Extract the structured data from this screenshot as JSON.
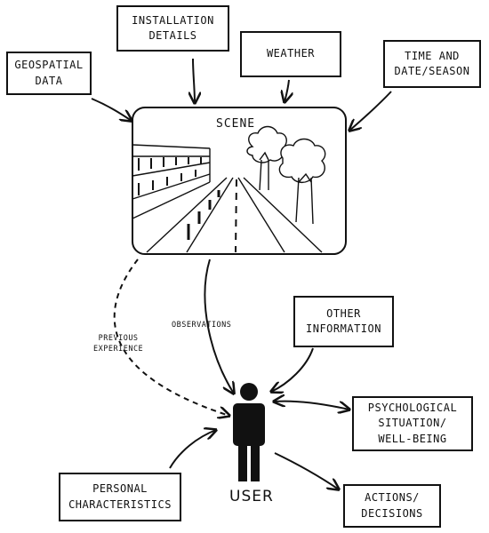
{
  "boxes": {
    "geospatial": "GEOSPATIAL\nDATA",
    "installation": "INSTALLATION\nDETAILS",
    "weather": "WEATHER",
    "time": "TIME AND\nDATE/SEASON",
    "other": "OTHER\nINFORMATION",
    "psychological": "PSYCHOLOGICAL\nSITUATION/\nWELL-BEING",
    "personal": "PERSONAL\nCHARACTERISTICS",
    "actions": "ACTIONS/\nDECISIONS"
  },
  "scene": {
    "title": "SCENE"
  },
  "user": {
    "label": "USER"
  },
  "edge_labels": {
    "observations": "OBSERVATIONS",
    "previous_experience": "PREVIOUS\nEXPERIENCE"
  }
}
